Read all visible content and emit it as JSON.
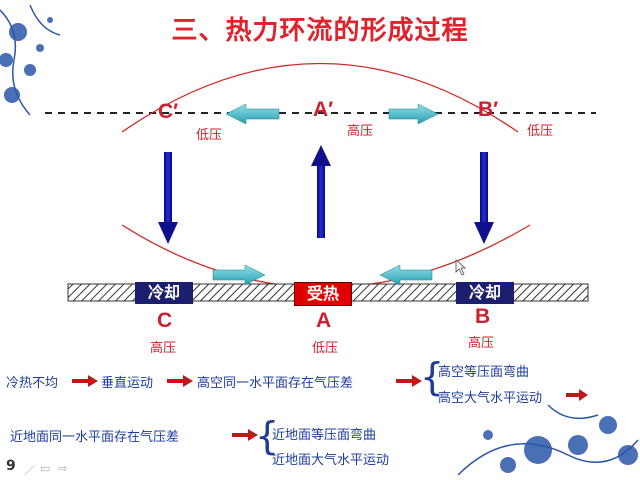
{
  "slide": {
    "title": "三、热力环流的形成过程",
    "page_number": "9",
    "upper": {
      "C": {
        "letter": "C′",
        "label": "低压"
      },
      "A": {
        "letter": "A′",
        "label": "高压"
      },
      "B": {
        "letter": "B′",
        "label": "低压"
      }
    },
    "ground": {
      "C": {
        "box": "冷却",
        "letter": "C",
        "label": "高压"
      },
      "A": {
        "box": "受热",
        "letter": "A",
        "label": "低压"
      },
      "B": {
        "box": "冷却",
        "letter": "B",
        "label": "高压"
      }
    },
    "flow": {
      "step1": "冷热不均",
      "step2": "垂直运动",
      "step3": "高空同一水平面存在气压差",
      "branch1a": "高空等压面弯曲",
      "branch1b": "高空大气水平运动",
      "step4": "近地面同一水平面存在气压差",
      "branch2a": "近地面等压面弯曲",
      "branch2b": "近地面大气水平运动"
    },
    "colors": {
      "title": "#e0222a",
      "box_cold": "#1c1f6e",
      "box_hot": "#e00000",
      "arrow": "#1a1ab8",
      "teal": "#3cb8c8"
    }
  }
}
